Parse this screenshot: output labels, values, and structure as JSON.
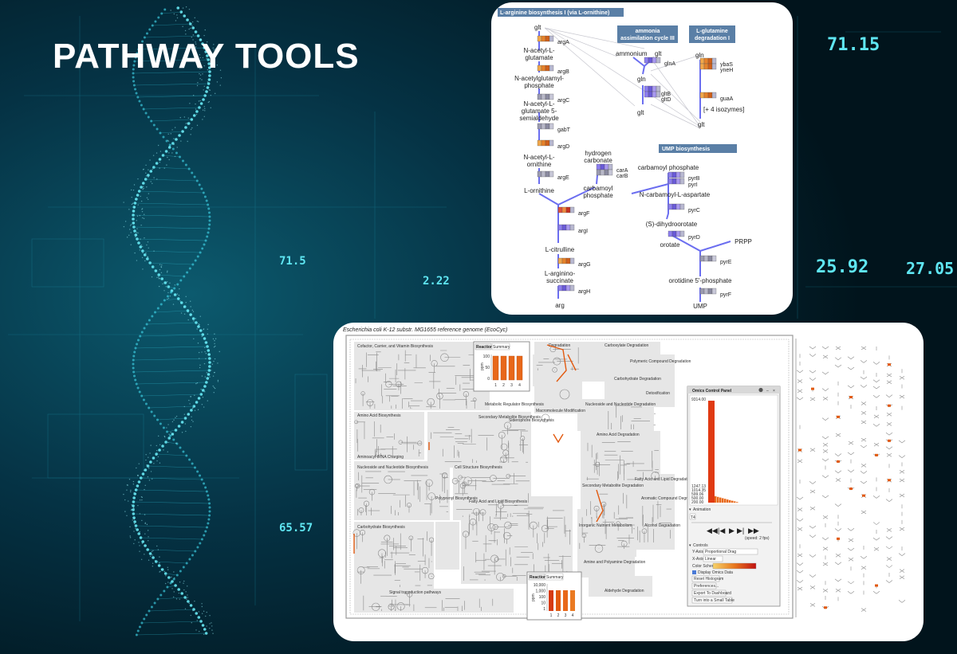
{
  "page": {
    "title": "PATHWAY TOOLS"
  },
  "background": {
    "numbers": [
      "71.15",
      "25.92",
      "27.05",
      "71.5",
      "2.22",
      "65.57"
    ],
    "accent": "#5fe6f2"
  },
  "pathway_diagram": {
    "pathways": [
      "L-arginine biosynthesis I (via L-ornithine)",
      "ammonia",
      "assimilation cycle III",
      "L-glutamine",
      "degradation I",
      "UMP biosynthesis"
    ],
    "metabolites": {
      "glt1": "glt",
      "n_acetyl_glutamate_1": "N-acetyl-L-",
      "n_acetyl_glutamate_2": "glutamate",
      "n_acetylglutamyl_1": "N-acetylglutamyl-",
      "n_acetylglutamyl_2": "phosphate",
      "semialdehyde_1": "N-acetyl-L-",
      "semialdehyde_2": "glutamate 5-",
      "semialdehyde_3": "semialdehyde",
      "n_acetyl_ornithine_1": "N-acetyl-L-",
      "n_acetyl_ornithine_2": "ornithine",
      "ornithine": "L-ornithine",
      "citrulline": "L-citrulline",
      "argininosuccinate_1": "L-arginino-",
      "argininosuccinate_2": "succinate",
      "arg": "arg",
      "ammonium": "ammonium",
      "glt2": "glt",
      "gln1": "gln",
      "glt3": "glt",
      "gln2": "gln",
      "glt4": "glt",
      "isozymes": "[+ 4 isozymes]",
      "hydrogen_1": "hydrogen",
      "hydrogen_2": "carbonate",
      "carbamoyl_1": "carbamoyl",
      "carbamoyl_2": "phosphate",
      "carbamoyl_phosphate": "carbamoyl phosphate",
      "carbamoyl_aspartate": "N-carbamoyl-L-aspartate",
      "dihydroorotate": "(S)-dihydroorotate",
      "orotate": "orotate",
      "prpp": "PRPP",
      "orotidine": "orotidine 5'-phosphate",
      "ump": "UMP"
    },
    "genes": {
      "argA": "argA",
      "argB": "argB",
      "argC": "argC",
      "gabT": "gabT",
      "argD": "argD",
      "argE": "argE",
      "argF": "argF",
      "argI": "argI",
      "argG": "argG",
      "argH": "argH",
      "glnA": "glnA",
      "gltB": "gltB",
      "gltD": "gltD",
      "ybaS": "ybaS",
      "yneH": "yneH",
      "guaA": "guaA",
      "carA": "carA",
      "carB": "carB",
      "pyrB": "pyrB",
      "pyrI": "pyrI",
      "pyrC": "pyrC",
      "pyrD": "pyrD",
      "pyrE": "pyrE",
      "pyrF": "pyrF"
    }
  },
  "overview": {
    "header": "Escherichia coli K-12 substr. MG1655 reference genome (EcoCyc)",
    "regions": {
      "cofactor": "Cofactor, Carrier, and Vitamin Biosynthesis",
      "amino_bio": "Amino Acid Biosynthesis",
      "secondary_bio": "Secondary Metabolite Biosynthesis",
      "tRNA": "Aminoacyl-tRNA Charging",
      "nucleoside_bio": "Nucleoside and Nucleotide Biosynthesis",
      "cell_structure": "Cell Structure Biosynthesis",
      "carbohydrate_bio": "Carbohydrate Biosynthesis",
      "polyprenyl": "Polyprenyl Biosynthesis",
      "fatty_bio": "Fatty Acid and Lipid Biosynthesis",
      "signal": "Signal transduction pathways",
      "degradation": "Degradation",
      "carboxylate": "Carboxylate Degradation",
      "polymeric": "Polymeric Compound Degradation",
      "carbohydrate_deg": "Carbohydrate Degradation",
      "detoxification": "Detoxification",
      "nucleoside_deg": "Nucleoside and Nucleotide Degradation",
      "amino_deg": "Amino Acid Degradation",
      "secondary_deg": "Secondary Metabolite Degradation",
      "fatty_deg": "Fatty Acid and Lipid Degradation",
      "aromatic": "Aromatic Compound Degradation",
      "alcohol": "Alcohol Degradation",
      "amine": "Amine and Polyamine Degradation",
      "inorganic": "Inorganic Nutrient Metabolism",
      "aldehyde": "Aldehyde Degradation",
      "macromolecule": "Macromolecule Modification",
      "metabolic_reg": "Metabolic Regulator Biosynthesis",
      "siderophore": "Siderophore Biosynthesis"
    },
    "popup1": {
      "tab_reaction": "Reaction",
      "tab_summary": "Summary",
      "yaxis": "ppm",
      "ticks": [
        "100",
        "50",
        "0"
      ],
      "categories": [
        "1",
        "2",
        "3",
        "4"
      ]
    },
    "popup2": {
      "tab_reaction": "Reaction",
      "tab_summary": "Summary",
      "yaxis": "ppm",
      "ticks": [
        "10,000",
        "1,000",
        "100",
        "10",
        "1"
      ],
      "categories": [
        "1",
        "2",
        "3",
        "4"
      ]
    },
    "omics_panel": {
      "title": "Omics Control Panel",
      "hist_top": "9314.00",
      "hist_labels": [
        "1247.13",
        "1014.35",
        "599.06",
        "500.00",
        "200.00"
      ],
      "animation_label": "Animation",
      "step": "T4",
      "speed": "(speed: 2 fps)",
      "controls_label": "Controls",
      "yaxis_label": "Y-Axis:",
      "yaxis_value": "Proportional Drag",
      "xaxis_label": "X-Axis:",
      "xaxis_value": "Linear",
      "color_scheme": "Color Scheme:",
      "display_omics": "Display Omics Data",
      "buttons": [
        "Reset Histogram",
        "Preferences...",
        "Export To Dashboard",
        "Turn into a Small Table"
      ]
    }
  }
}
